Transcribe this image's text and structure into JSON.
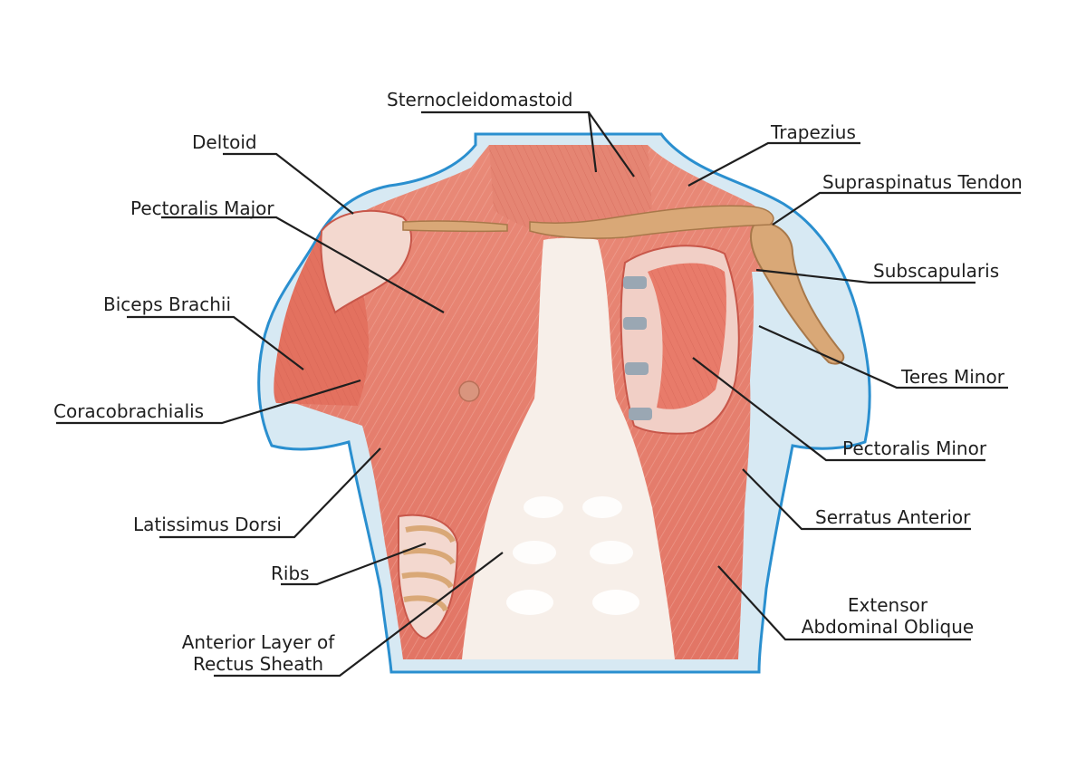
{
  "diagram": {
    "labels": {
      "sternocleidomastoid": "Sternocleidomastoid",
      "deltoid": "Deltoid",
      "trapezius": "Trapezius",
      "supraspinatus_tendon": "Supraspinatus Tendon",
      "pectoralis_major": "Pectoralis Major",
      "subscapularis": "Subscapularis",
      "biceps_brachii": "Biceps Brachii",
      "teres_minor": "Teres Minor",
      "coracobrachialis": "Coracobrachialis",
      "pectoralis_minor": "Pectoralis Minor",
      "latissimus_dorsi": "Latissimus Dorsi",
      "serratus_anterior": "Serratus Anterior",
      "ribs": "Ribs",
      "extensor_abdominal_oblique_1": "Extensor",
      "extensor_abdominal_oblique_2": "Abdominal Oblique",
      "anterior_layer_1": "Anterior Layer of",
      "anterior_layer_2": "Rectus Sheath"
    },
    "colors": {
      "muscle": "#e87b6a",
      "muscle_dark": "#c8574a",
      "tendon": "#f6eee8",
      "bone": "#d9a877",
      "silhouette_fill": "#d7e9f3",
      "silhouette_stroke": "#2a8fcf",
      "leader": "#1f1f1f"
    }
  }
}
